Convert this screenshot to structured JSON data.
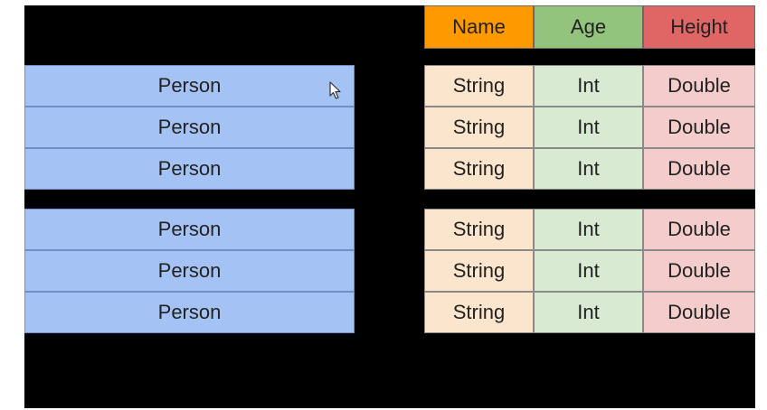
{
  "colors": {
    "background": "#000000",
    "person_fill": "#a4c2f4",
    "name_header": "#ff9900",
    "age_header": "#93c47d",
    "height_header": "#e06666",
    "string_fill": "#fce5cd",
    "int_fill": "#d9ead3",
    "double_fill": "#f4cccc"
  },
  "headers": [
    "Name",
    "Age",
    "Height"
  ],
  "left_groups": [
    [
      "Person",
      "Person",
      "Person"
    ],
    [
      "Person",
      "Person",
      "Person"
    ]
  ],
  "right_groups": [
    [
      [
        "String",
        "Int",
        "Double"
      ],
      [
        "String",
        "Int",
        "Double"
      ],
      [
        "String",
        "Int",
        "Double"
      ]
    ],
    [
      [
        "String",
        "Int",
        "Double"
      ],
      [
        "String",
        "Int",
        "Double"
      ],
      [
        "String",
        "Int",
        "Double"
      ]
    ]
  ],
  "cursor_icon": "mouse-pointer-icon"
}
